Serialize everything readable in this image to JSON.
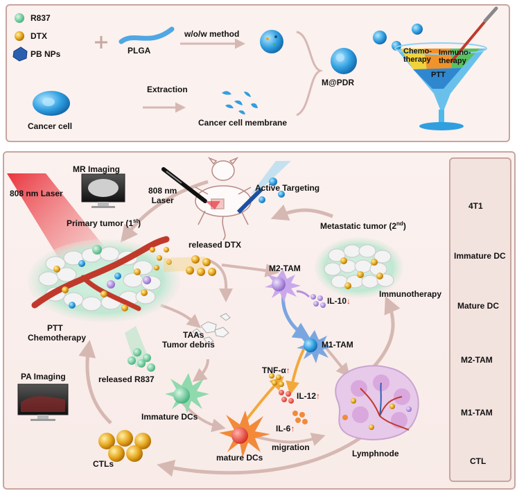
{
  "top": {
    "ingredients": {
      "r837": "R837",
      "dtx": "DTX",
      "pb": "PB NPs"
    },
    "plus": "+",
    "plga": "PLGA",
    "method": "w/o/w method",
    "extraction": "Extraction",
    "cancer_cell": "Cancer cell",
    "membrane": "Cancer cell membrane",
    "product": "M@PDR",
    "glass": {
      "chemo": "Chemo-therapy",
      "chemo_a": "Chemo-",
      "chemo_b": "therapy",
      "immuno_a": "Immuno-",
      "immuno_b": "therapy",
      "ptt": "PTT"
    }
  },
  "bottom": {
    "mr_imaging": "MR Imaging",
    "laser_left": "808 nm  Laser",
    "laser_mouse_a": "808 nm",
    "laser_mouse_b": "Laser",
    "active_targeting": "Active Targeting",
    "primary_tumor": "Primary tumor (1",
    "primary_sup": "st",
    "primary_end": ")",
    "metastatic_tumor": "Metastatic tumor (2",
    "metastatic_sup": "nd",
    "metastatic_end": ")",
    "released_dtx": "released DTX",
    "m2_tam": "M2-TAM",
    "m1_tam": "M1-TAM",
    "il10": "IL-10",
    "il10_arrow": "↓",
    "tnf": "TNF-α",
    "tnf_arrow": "↑",
    "il12": "IL-12",
    "il12_arrow": "↑",
    "il6": "IL-6",
    "il6_arrow": "↑",
    "immunotherapy": "Immunotherapy",
    "ptt": "PTT",
    "chemotherapy": "Chemotherapy",
    "taas": "TAAs",
    "tumor_debris": "Tumor debris",
    "released_r837": "released R837",
    "pa_imaging": "PA Imaging",
    "immature_dcs": "Immature DCs",
    "mature_dcs": "mature DCs",
    "migration": "migration",
    "lymphnode": "Lymphnode",
    "ctls": "CTLs"
  },
  "legend": [
    "4T1",
    "Immature DC",
    "Mature DC",
    "M2-TAM",
    "M1-TAM",
    "CTL"
  ],
  "colors": {
    "border": "#c7a59f",
    "arrow": "#d6b8b3",
    "blue_np": "#2f9fe0",
    "dtx": "#e6a51c",
    "red": "#e0281f",
    "green": "#6fc79a",
    "purple": "#a98ad6"
  }
}
